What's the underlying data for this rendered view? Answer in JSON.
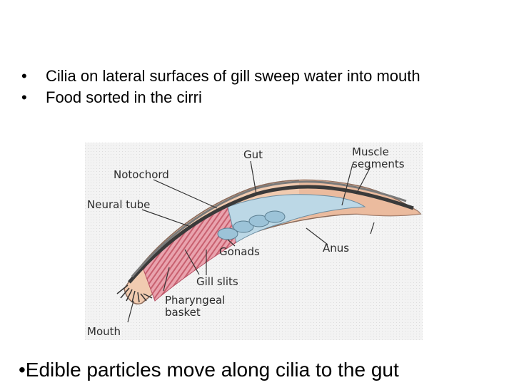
{
  "bullets": [
    "Cilia on lateral surfaces of gill sweep water into mouth",
    "Food sorted in the cirri"
  ],
  "bullet_glyph": "•",
  "figure": {
    "labels": {
      "gut": "Gut",
      "muscle_segments_line1": "Muscle",
      "muscle_segments_line2": "segments",
      "notochord": "Notochord",
      "neural_tube": "Neural tube",
      "gonads": "Gonads",
      "anus": "Anus",
      "gill_slits": "Gill slits",
      "pharyngeal_basket_line1": "Pharyngeal",
      "pharyngeal_basket_line2": "basket",
      "mouth": "Mouth"
    }
  },
  "bottom_text": "•Edible particles move along cilia to the gut"
}
